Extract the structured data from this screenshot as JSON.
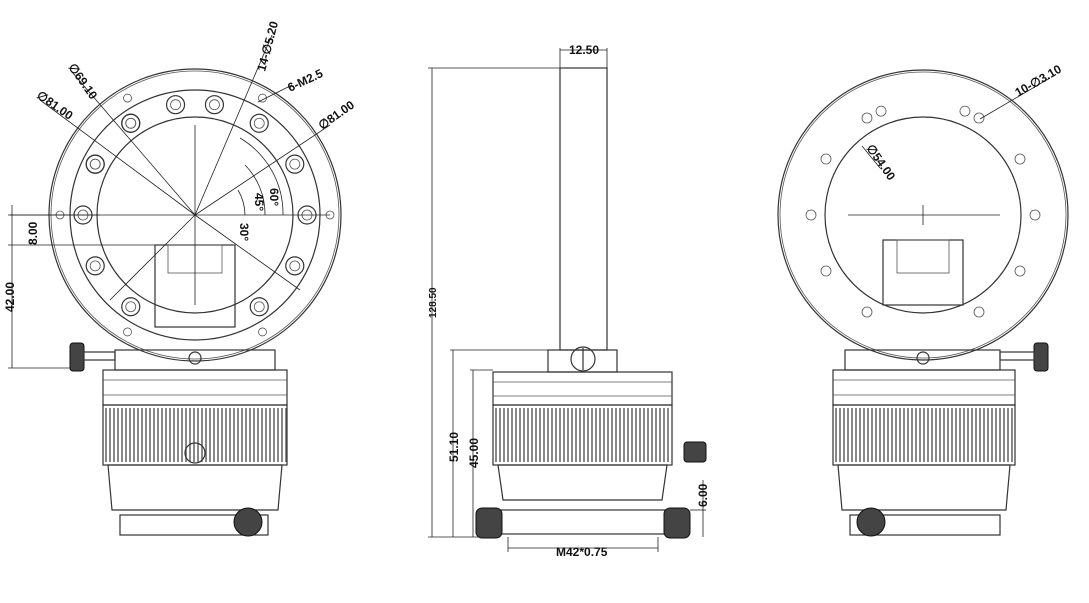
{
  "left_view": {
    "dims": {
      "dia_69": "∅69.10",
      "dia_81_left": "∅81.00",
      "holes_14": "14-∅5.20",
      "threads_6": "6-M2.5",
      "dia_81_right": "∅81.00",
      "angle_60": "60°",
      "angle_45": "45°",
      "angle_30": "30°",
      "offset_8": "8.00",
      "height_42": "42.00"
    }
  },
  "side_view": {
    "dims": {
      "width_12_5": "12.50",
      "height_128_5": "128.50",
      "height_51_1": "51.10",
      "height_45": "45.00",
      "height_6": "6.00",
      "thread": "M42*0.75"
    }
  },
  "right_view": {
    "dims": {
      "holes_10": "10-∅3.10",
      "dia_54": "∅54.00"
    }
  }
}
